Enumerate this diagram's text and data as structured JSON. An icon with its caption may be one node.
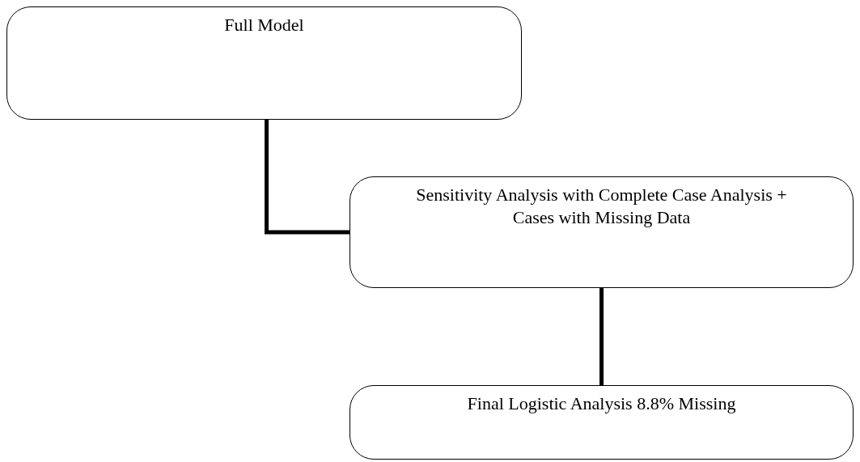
{
  "diagram": {
    "nodes": [
      {
        "text": [
          "Full Model"
        ]
      },
      {
        "text": [
          "Sensitivity Analysis with Complete Case Analysis + Cases with Missing Data"
        ]
      },
      {
        "text": [
          "Final Logistic Analysis 8.8% Missing"
        ]
      }
    ],
    "edges": [
      {
        "from": 0,
        "to": 1,
        "arrow": "none"
      },
      {
        "from": 1,
        "to": 2,
        "arrow": "none"
      }
    ]
  }
}
